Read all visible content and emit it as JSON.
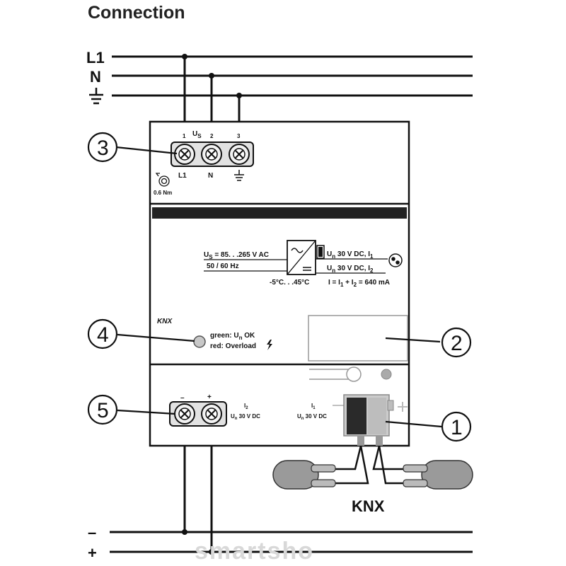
{
  "title": "Connection",
  "rails": {
    "l1": "L1",
    "n": "N",
    "minus": "–",
    "plus": "+"
  },
  "terminals_top": {
    "num1": "1",
    "num2": "2",
    "num3": "3",
    "us_main": "U",
    "us_sub": "S",
    "t1": "L1",
    "t2": "N",
    "torque": "0.6 Nm"
  },
  "spec": {
    "us_line1": "U",
    "us_line1_sub": "S",
    "us_line1_rest": " = 85. . .265 V AC",
    "freq": "50 / 60 Hz",
    "temp": "-5°C. . .45°C",
    "out1": "U",
    "out1_sub": "n",
    "out1_rest": " 30 V DC, I",
    "out1_idx": "1",
    "out2": "U",
    "out2_sub": "n",
    "out2_rest": " 30 V DC, I",
    "out2_idx": "2",
    "current": "I = I",
    "current_rest": " + I",
    "current_end": " = 640 mA",
    "current_i1": "1",
    "current_i2": "2"
  },
  "logo_small": "KNX",
  "led": {
    "green_a": "green: U",
    "green_sub": "n",
    "green_b": " OK",
    "red": "red: Overload"
  },
  "terminals_bottom": {
    "minus": "–",
    "plus": "+",
    "i2": "I",
    "i2_sub": "2",
    "i2_spec": "U",
    "i2_spec_sub": "n",
    "i2_spec_rest": " 30 V DC",
    "i1": "I",
    "i1_sub": "1",
    "i1_spec": "U",
    "i1_spec_sub": "n",
    "i1_spec_rest": " 30 V DC"
  },
  "bus_label": "KNX",
  "callouts": [
    "1",
    "2",
    "3",
    "4",
    "5"
  ],
  "watermark": "smartsho",
  "colors": {
    "line": "#111111",
    "dark_bar": "#222222",
    "cable": "#9a9a9a",
    "connector_dark": "#2a2a2a",
    "connector_light": "#bdbdbd",
    "terminal": "#e2e2e2"
  }
}
